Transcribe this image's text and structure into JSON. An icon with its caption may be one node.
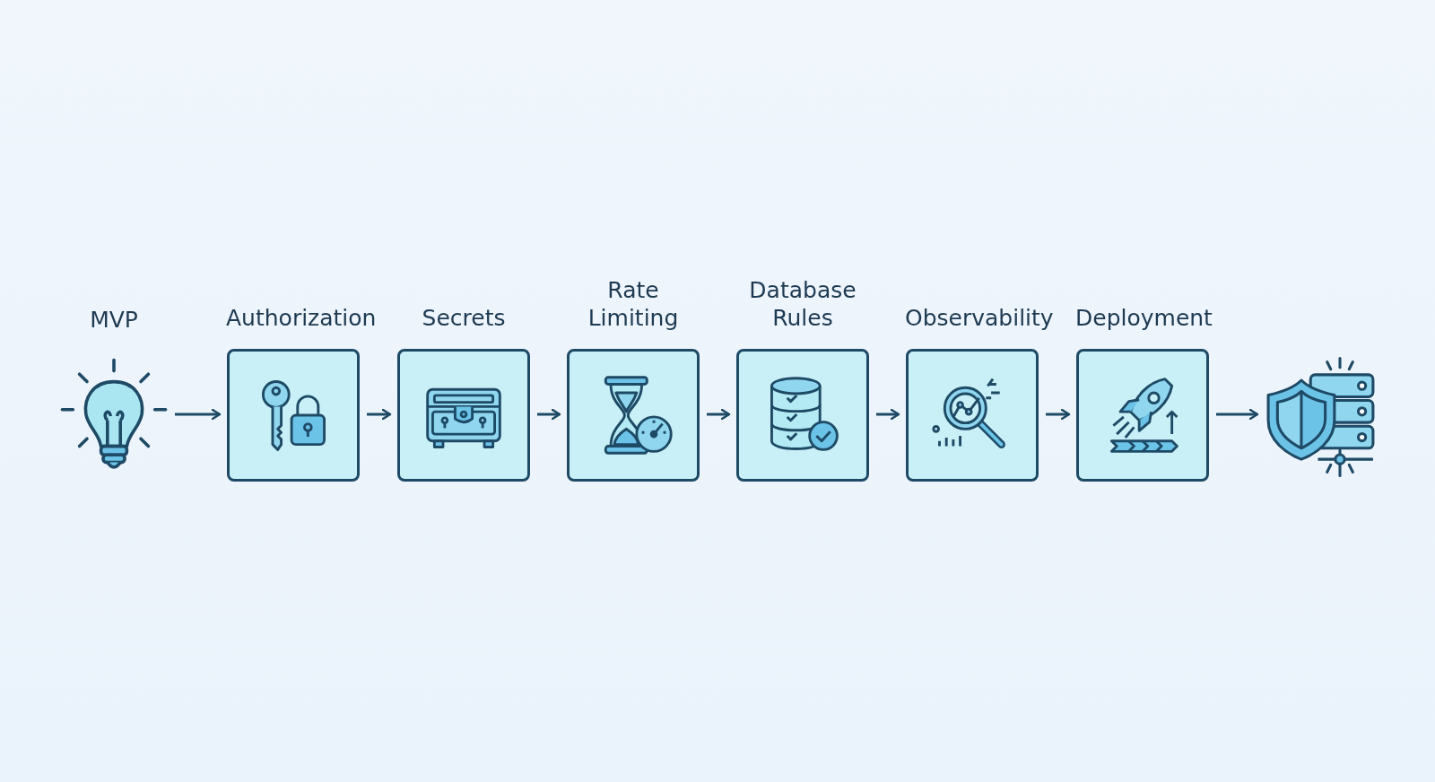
{
  "diagram": {
    "nodes": [
      {
        "text": [
          "MVP"
        ]
      },
      {
        "text": [
          "Authorization"
        ]
      },
      {
        "text": [
          "Secrets"
        ]
      },
      {
        "text": [
          "Rate Limiting"
        ]
      },
      {
        "text": [
          "Database Rules"
        ]
      },
      {
        "text": [
          "Observability"
        ]
      },
      {
        "text": [
          "Deployment"
        ]
      },
      {
        "text": [],
        "shape": "picture"
      }
    ],
    "edges": [
      {
        "from": 0,
        "to": 1,
        "arrow": "to"
      },
      {
        "from": 1,
        "to": 2,
        "arrow": "to"
      },
      {
        "from": 2,
        "to": 3,
        "arrow": "to"
      },
      {
        "from": 3,
        "to": 4,
        "arrow": "to"
      },
      {
        "from": 4,
        "to": 5,
        "arrow": "to"
      },
      {
        "from": 5,
        "to": 6,
        "arrow": "to"
      },
      {
        "from": 6,
        "to": 7,
        "arrow": "to"
      }
    ]
  }
}
